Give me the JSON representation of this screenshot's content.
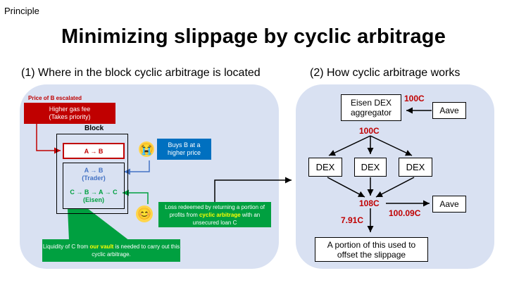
{
  "header": {
    "section": "Principle",
    "title": "Minimizing slippage by cyclic arbitrage"
  },
  "left": {
    "subtitle": "(1) Where in the block cyclic arbitrage is located",
    "price_label": "Price of B escalated",
    "gas_fee_line1": "Higher gas fee",
    "gas_fee_line2": "(Takes priority)",
    "block_label": "Block",
    "tx_ab": "A → B",
    "trader_tx": "A → B",
    "trader_label": "(Trader)",
    "eisen_tx": "C → B → A → C",
    "eisen_label": "(Eisen)",
    "buys_line1": "Buys B at a",
    "buys_line2": "higher price",
    "loss_pre": "Loss redeemed by returning a portion of profits from ",
    "loss_hl": "cyclic arbitrage",
    "loss_post": " with an unsecured loan C",
    "liq_pre": "Liquidity of C from ",
    "liq_hl": "our vault",
    "liq_post": " is needed to carry out this cyclic arbitrage.",
    "sad_face": "😭",
    "happy_face": "😊"
  },
  "right": {
    "subtitle": "(2) How cyclic arbitrage works",
    "aggregator_line1": "Eisen DEX",
    "aggregator_line2": "aggregator",
    "aave_top": "Aave",
    "loan_in": "100C",
    "loan_out": "100C",
    "dex_labels": [
      "DEX",
      "DEX",
      "DEX"
    ],
    "result": "108C",
    "repay": "100.09C",
    "aave_bottom": "Aave",
    "profit": "7.91C",
    "offset_line1": "A portion of this used to",
    "offset_line2": "offset the slippage"
  },
  "colors": {
    "panel_bg": "#d9e1f2",
    "red": "#c00000",
    "blue": "#4472c4",
    "green": "#00a040",
    "info_blue": "#0070c0",
    "highlight": "#ffff00"
  }
}
